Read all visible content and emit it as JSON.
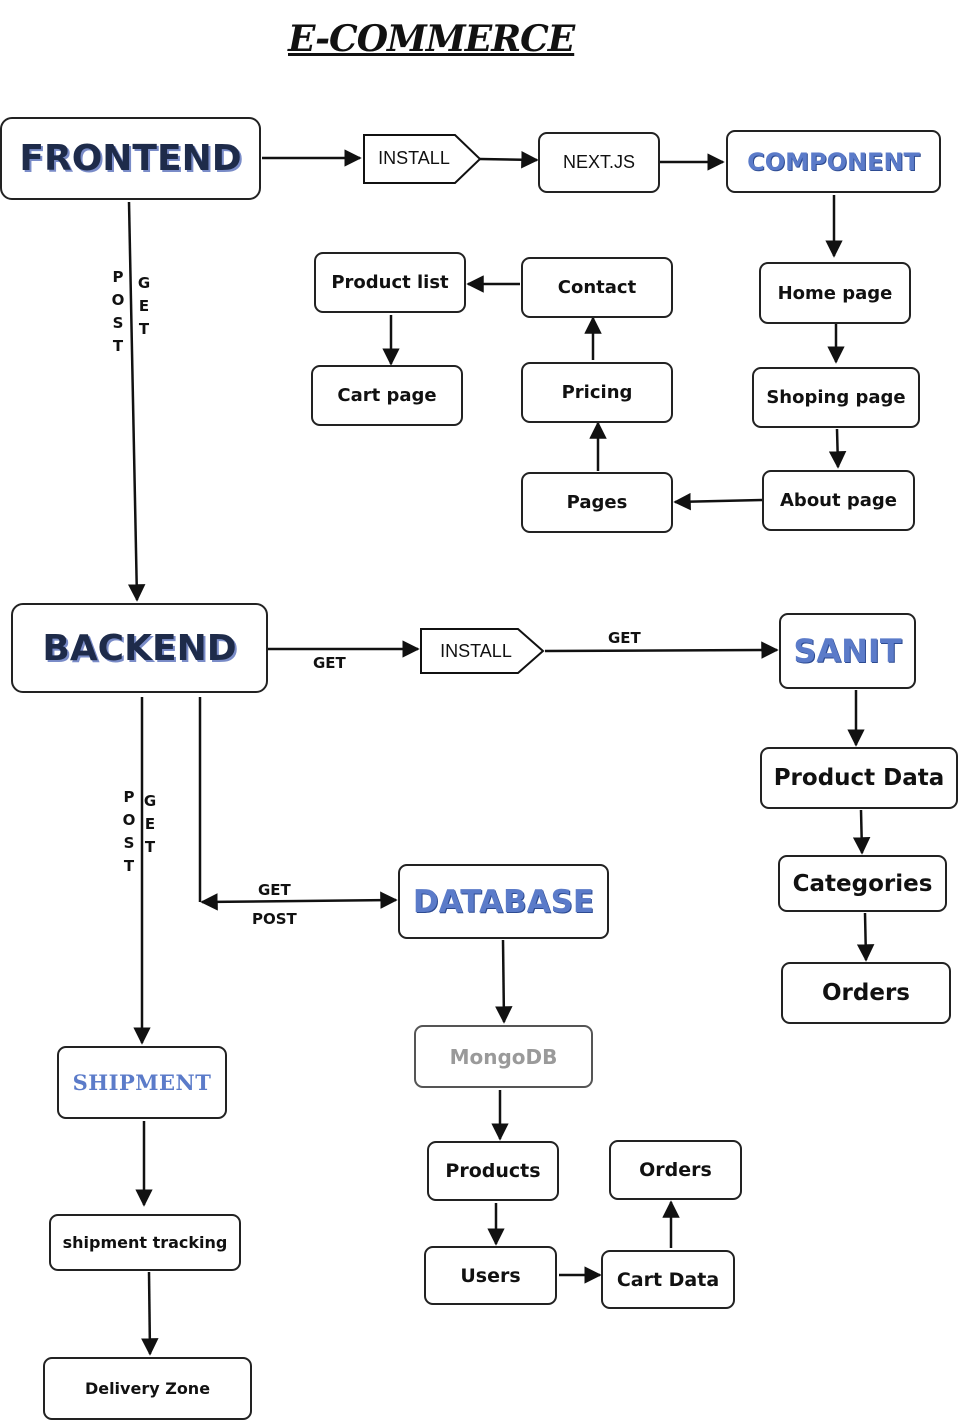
{
  "title": "E-COMMERCE",
  "nodes": {
    "frontend": "FRONTEND",
    "install_front": "INSTALL",
    "nextjs": "NEXT.JS",
    "component": "COMPONENT",
    "home_page": "Home page",
    "shoping_page": "Shoping page",
    "about_page": "About page",
    "pages": "Pages",
    "pricing": "Pricing",
    "contact": "Contact",
    "product_list": "Product list",
    "cart_page": "Cart page",
    "backend": "BACKEND",
    "install_back": "INSTALL",
    "sanit": "SANIT",
    "product_data": "Product Data",
    "categories": "Categories",
    "orders_sanit": "Orders",
    "database": "DATABASE",
    "mongodb": "MongoDB",
    "products": "Products",
    "users": "Users",
    "cart_data": "Cart Data",
    "orders_db": "Orders",
    "shipment": "SHIPMENT",
    "shipment_tracking": "shipment tracking",
    "delivery_zone": "Delivery Zone"
  },
  "edge_labels": {
    "post": "POST",
    "get": "GET",
    "backend_install_get": "GET",
    "install_sanit_get": "GET",
    "db_get": "GET",
    "db_post": "POST"
  },
  "colors": {
    "accent_blue": "#5b7bc9",
    "gray_text": "#9a9a9a",
    "ink": "#111111"
  }
}
